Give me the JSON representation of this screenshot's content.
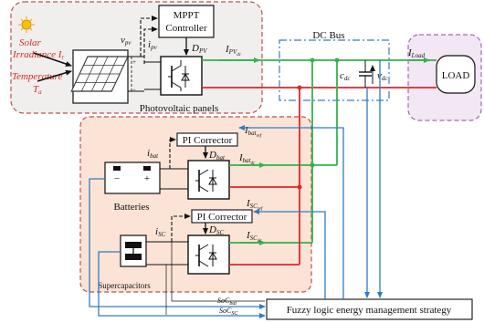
{
  "colors": {
    "pv_zone_fill": "#f0efee",
    "pv_zone_stroke": "#c0504d",
    "storage_zone_fill": "#fbe4d5",
    "storage_zone_stroke": "#c0504d",
    "load_zone_fill": "#f3e6f5",
    "load_zone_stroke": "#9f6bb5",
    "dcbus_stroke": "#3a7cc0",
    "green": "#33b24a",
    "red": "#e3242b",
    "blue": "#2e7cc6",
    "orange_text": "#d9291c",
    "black": "#111111"
  },
  "pv": {
    "solar_label": "Solar",
    "irradiance_label": "Irradiance I",
    "irradiance_sub": "r",
    "temperature_label": "Temperature",
    "ta_label": "T",
    "ta_sub": "a",
    "panel_caption": "Photovoltaic panels",
    "v_pv": "v",
    "v_pv_sub": "pv",
    "i_pv": "i",
    "i_pv_sub": "pv",
    "d_pv": "D",
    "d_pv_sub": "PV",
    "i_pvdc": "I",
    "i_pvdc_sub": "PV",
    "i_pvdc_subsub": "dc"
  },
  "mppt": {
    "line1": "MPPT",
    "line2": "Controller"
  },
  "dcbus": {
    "title": "DC Bus",
    "cdc": "c",
    "cdc_sub": "dc",
    "vdc": "v",
    "vdc_sub": "dc"
  },
  "load": {
    "label": "LOAD",
    "i_load": "I",
    "i_load_sub": "Load"
  },
  "battery": {
    "pi_label": "PI Corrector",
    "caption": "Batteries",
    "minus": "−",
    "plus": "+",
    "i_bat": "i",
    "i_bat_sub": "bat",
    "d_bat": "D",
    "d_bat_sub": "bat",
    "i_batref": "I",
    "i_batref_sub": "bat",
    "i_batref_subsub": "ref",
    "i_batdc": "I",
    "i_batdc_sub": "bat",
    "i_batdc_subsub": "dc"
  },
  "sc": {
    "pi_label": "PI Corrector",
    "caption": "Supercapacitors",
    "i_sc": "i",
    "i_sc_sub": "SC",
    "d_sc": "D",
    "d_sc_sub": "SC",
    "i_scref": "I",
    "i_scref_sub": "SC",
    "i_scref_subsub": "ref",
    "i_scdc": "I",
    "i_scdc_sub": "SC",
    "i_scdc_subsub": "dc"
  },
  "fuzzy": {
    "label": "Fuzzy logic energy management strategy",
    "soc_bat": "SoC",
    "soc_bat_sub": "bat",
    "soc_sc": "SoC",
    "soc_sc_sub": "SC"
  }
}
